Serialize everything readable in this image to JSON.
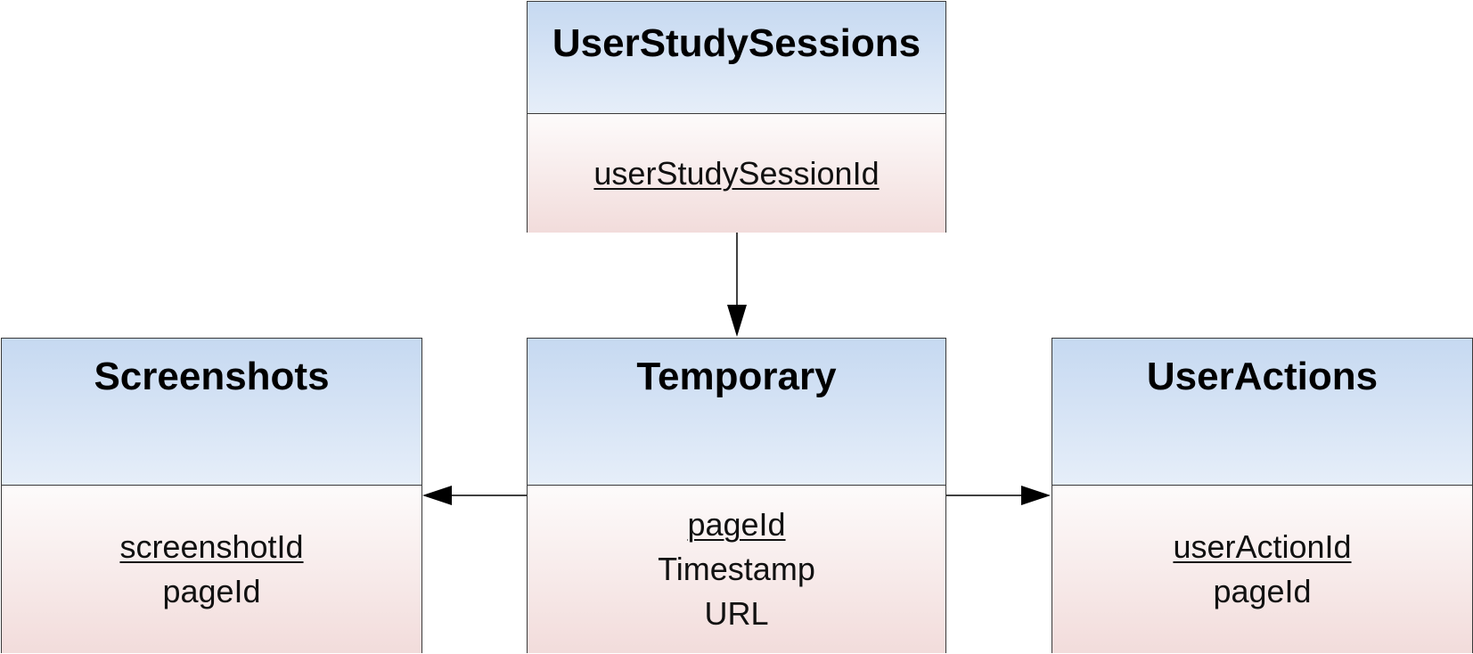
{
  "entities": {
    "user_study_sessions": {
      "title": "UserStudySessions",
      "attributes": [
        "userStudySessionId"
      ]
    },
    "screenshots": {
      "title": "Screenshots",
      "attributes": [
        "screenshotId",
        "pageId"
      ]
    },
    "temporary": {
      "title": "Temporary",
      "attributes": [
        "pageId",
        "Timestamp",
        "URL"
      ]
    },
    "user_actions": {
      "title": "UserActions",
      "attributes": [
        "userActionId",
        "pageId"
      ]
    }
  },
  "relations": [
    {
      "from": "UserStudySessions",
      "to": "Temporary"
    },
    {
      "from": "Temporary",
      "to": "Screenshots"
    },
    {
      "from": "Temporary",
      "to": "UserActions"
    }
  ],
  "colors": {
    "header_top": "#c6d9f1",
    "header_bottom": "#e6eef9",
    "body_top": "#fdfbfb",
    "body_bottom": "#f2dcdb",
    "border": "#3a3a3a",
    "arrow": "#000000"
  }
}
